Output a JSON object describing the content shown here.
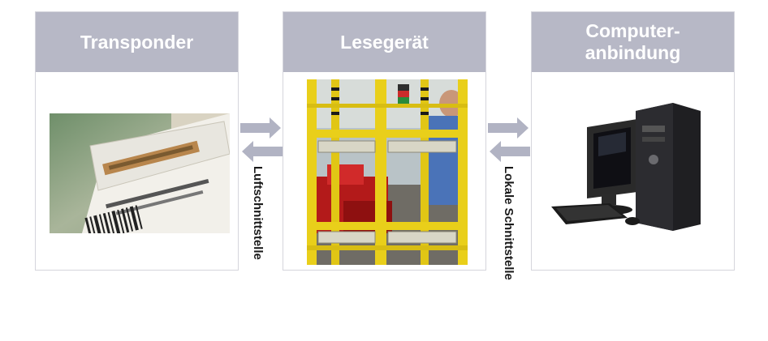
{
  "colors": {
    "header_bg": "#b7b8c6",
    "arrow": "#b1b3c3",
    "panel_border": "#d5d5dc"
  },
  "panels": [
    {
      "title": "Transponder",
      "image": "rfid-label-roll"
    },
    {
      "title": "Lesegerät",
      "image": "forklift-reader-gate"
    },
    {
      "title": "Computer-\nanbindung",
      "image": "desktop-computer"
    }
  ],
  "interfaces": [
    {
      "label": "Luftschnittstelle"
    },
    {
      "label": "Lokale Schnittstelle"
    }
  ]
}
